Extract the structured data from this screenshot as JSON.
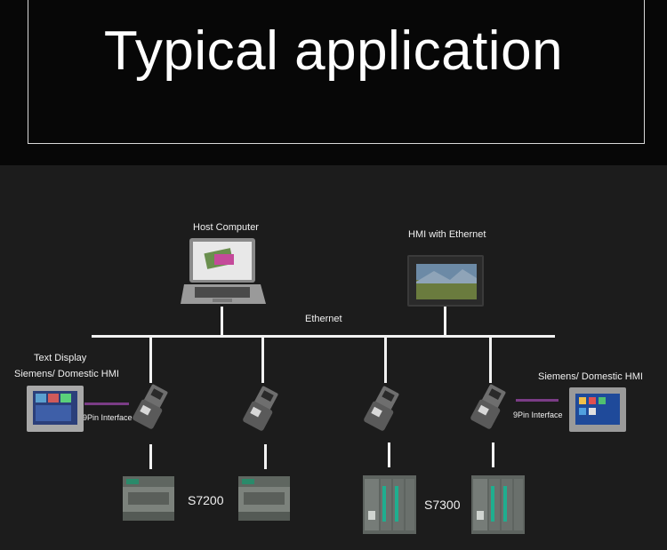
{
  "header": {
    "title": "Typical application"
  },
  "diagram": {
    "host_computer": "Host Computer",
    "hmi_ethernet": "HMI with Ethernet",
    "ethernet": "Ethernet",
    "text_display": "Text Display",
    "left_hmi": "Siemens/ Domestic HMI",
    "right_hmi": "Siemens/ Domestic HMI",
    "left_interface": "9Pin Interface",
    "right_interface": "9Pin Interface",
    "s7200": "S7200",
    "s7300": "S7300"
  }
}
